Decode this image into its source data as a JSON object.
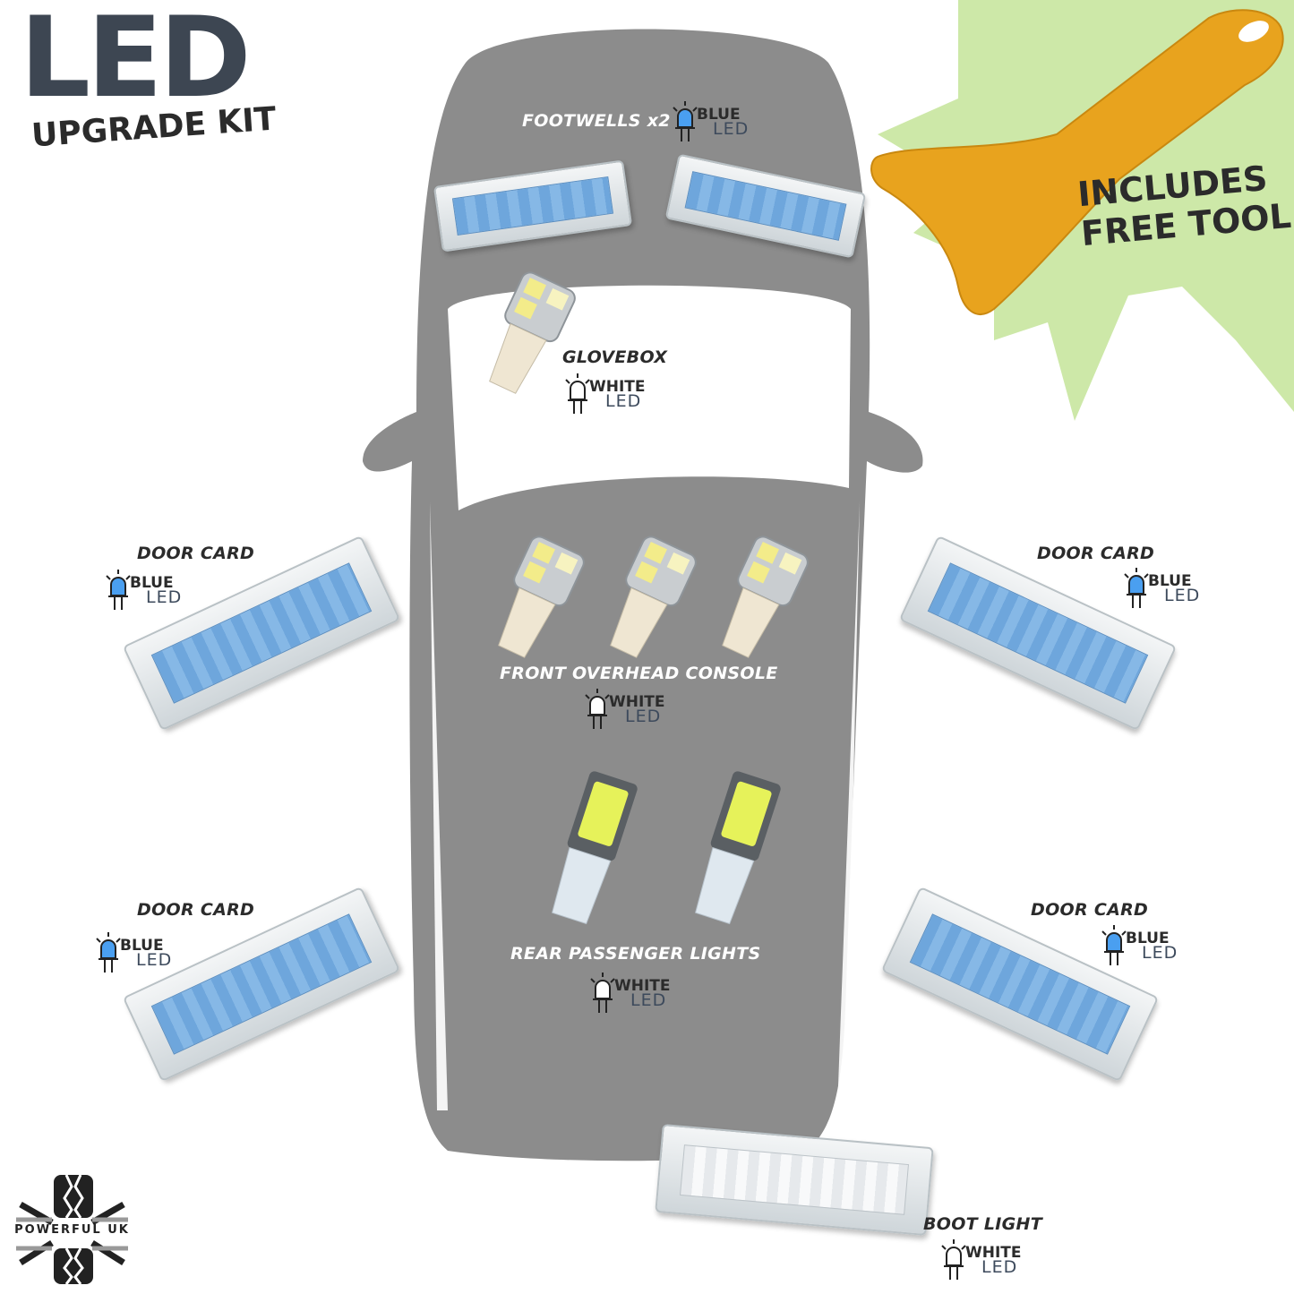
{
  "title": {
    "main": "LED",
    "sub": "UPGRADE KIT"
  },
  "promo": {
    "line1": "INCLUDES",
    "line2": "FREE TOOL"
  },
  "brand": {
    "logo_text": "POWERFUL UK"
  },
  "colors": {
    "car": "#8c8c8c",
    "blue_led": "#4a9ff0",
    "starburst": "#cde8a8",
    "tool": "#e8a31e",
    "text_dark": "#2b2b2b",
    "led_text": "#3d4a5c"
  },
  "items": [
    {
      "label": "FOOTWELLS x2",
      "color": "BLUE",
      "led": "LED"
    },
    {
      "label": "GLOVEBOX",
      "color": "WHITE",
      "led": "LED"
    },
    {
      "label": "FRONT OVERHEAD CONSOLE",
      "color": "WHITE",
      "led": "LED"
    },
    {
      "label": "REAR PASSENGER LIGHTS",
      "color": "WHITE",
      "led": "LED"
    },
    {
      "label": "DOOR CARD",
      "color": "BLUE",
      "led": "LED"
    },
    {
      "label": "DOOR CARD",
      "color": "BLUE",
      "led": "LED"
    },
    {
      "label": "DOOR CARD",
      "color": "BLUE",
      "led": "LED"
    },
    {
      "label": "DOOR CARD",
      "color": "BLUE",
      "led": "LED"
    },
    {
      "label": "BOOT LIGHT",
      "color": "WHITE",
      "led": "LED"
    }
  ]
}
